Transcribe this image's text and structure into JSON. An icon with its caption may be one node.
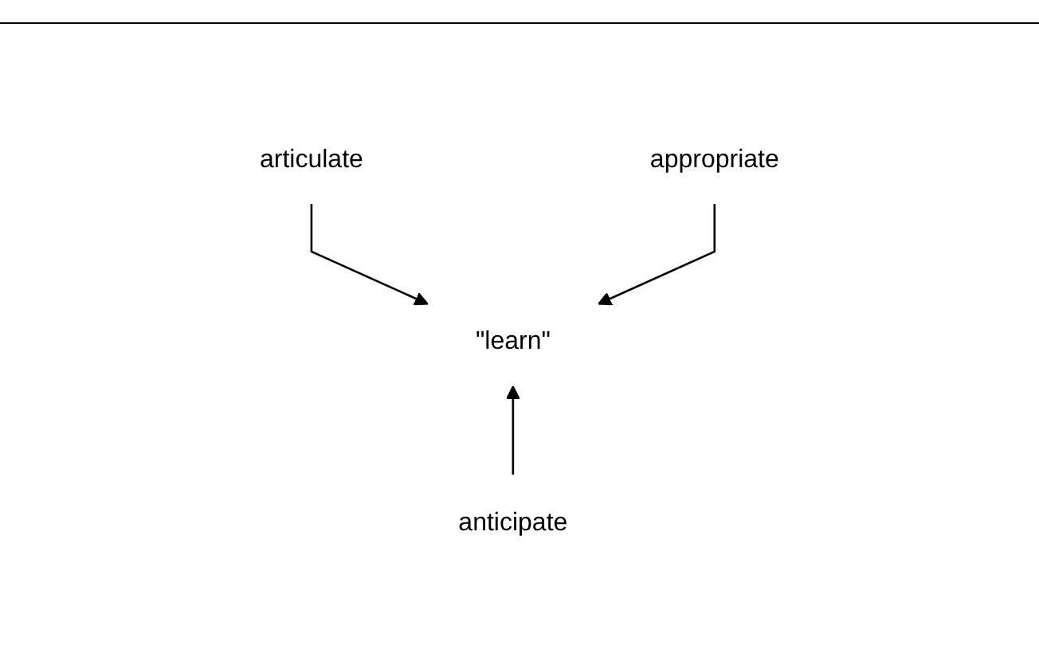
{
  "diagram": {
    "nodes": [
      {
        "text": [
          "articulate"
        ]
      },
      {
        "text": [
          "appropriate"
        ]
      },
      {
        "text": [
          "\"learn\""
        ]
      },
      {
        "text": [
          "anticipate"
        ]
      }
    ],
    "edges": [
      {
        "from": 0,
        "to": 2,
        "arrow": "to"
      },
      {
        "from": 1,
        "to": 2,
        "arrow": "to"
      },
      {
        "from": 3,
        "to": 2,
        "arrow": "to"
      }
    ]
  }
}
